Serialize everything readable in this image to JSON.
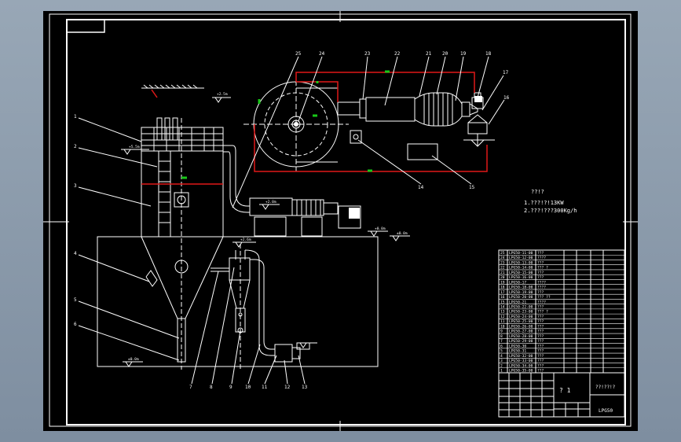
{
  "title_block": {
    "scale_label": "? 1",
    "drawing_title": "??!??!?",
    "drawing_code": "LPG50"
  },
  "spec_note": {
    "heading": "??!?",
    "line1": "1.???!?!13KW",
    "line2": "2.???!???300Kg/h"
  },
  "callouts_left": [
    "1",
    "2",
    "3",
    "4",
    "5",
    "6"
  ],
  "callouts_bottom": [
    "7",
    "8",
    "9",
    "10",
    "11",
    "12",
    "13"
  ],
  "callouts_right": [
    "14",
    "15"
  ],
  "callouts_top": [
    "25",
    "24",
    "23",
    "22",
    "21",
    "20",
    "19",
    "18",
    "17",
    "16"
  ],
  "elevations": {
    "roof": "+5.5m",
    "top_ref": "+2.5m",
    "platform": "+2.6m",
    "floor_right": "+0.0m",
    "floor_left": "±0.0m",
    "floor_mark": "±0.0m",
    "mid": "+2.0m"
  },
  "bom_rows": [
    {
      "no": "25",
      "code": "LPG50-11-00",
      "name": "???"
    },
    {
      "no": "24",
      "code": "LPG50-12-00",
      "name": "????"
    },
    {
      "no": "23",
      "code": "LPG50-13-00",
      "name": "???"
    },
    {
      "no": "22",
      "code": "LPG50-14-00",
      "name": "??? ?"
    },
    {
      "no": "21",
      "code": "LPG50-15-00",
      "name": "???"
    },
    {
      "no": "20",
      "code": "LPG50-16-00",
      "name": "???"
    },
    {
      "no": "19",
      "code": "LPG50-17",
      "name": "????"
    },
    {
      "no": "18",
      "code": "LPG50-18-00",
      "name": "????"
    },
    {
      "no": "17",
      "code": "LPG50-19-00",
      "name": "???"
    },
    {
      "no": "16",
      "code": "LPG50-20-00",
      "name": "??? ??"
    },
    {
      "no": "15",
      "code": "LPG50-21",
      "name": "????"
    },
    {
      "no": "14",
      "code": "LPG50-22-00",
      "name": "???"
    },
    {
      "no": "13",
      "code": "LPG50-23-00",
      "name": "??? ?"
    },
    {
      "no": "12",
      "code": "LPG50-24-00",
      "name": "???"
    },
    {
      "no": "11",
      "code": "LPG50-25-00",
      "name": "???"
    },
    {
      "no": "10",
      "code": "LPG50-26-00",
      "name": "???"
    },
    {
      "no": "9",
      "code": "LPG50-27-00",
      "name": "???"
    },
    {
      "no": "8",
      "code": "LPG50-28-00",
      "name": "???"
    },
    {
      "no": "7",
      "code": "LPG50-29-00",
      "name": "???"
    },
    {
      "no": "6",
      "code": "LPG50-30",
      "name": "???"
    },
    {
      "no": "5",
      "code": "LPG50-31",
      "name": "???"
    },
    {
      "no": "4",
      "code": "LPG50-32-00",
      "name": "???"
    },
    {
      "no": "3",
      "code": "LPG50-33-00",
      "name": "???"
    },
    {
      "no": "2",
      "code": "LPG50-34-00",
      "name": "???"
    },
    {
      "no": "1",
      "code": "LPG50-35-00",
      "name": "???"
    }
  ],
  "colors": {
    "background": "#000000",
    "line": "#ffffff",
    "duct": "#e01818",
    "accent": "#18c818",
    "frame": "#8a9aaa"
  }
}
